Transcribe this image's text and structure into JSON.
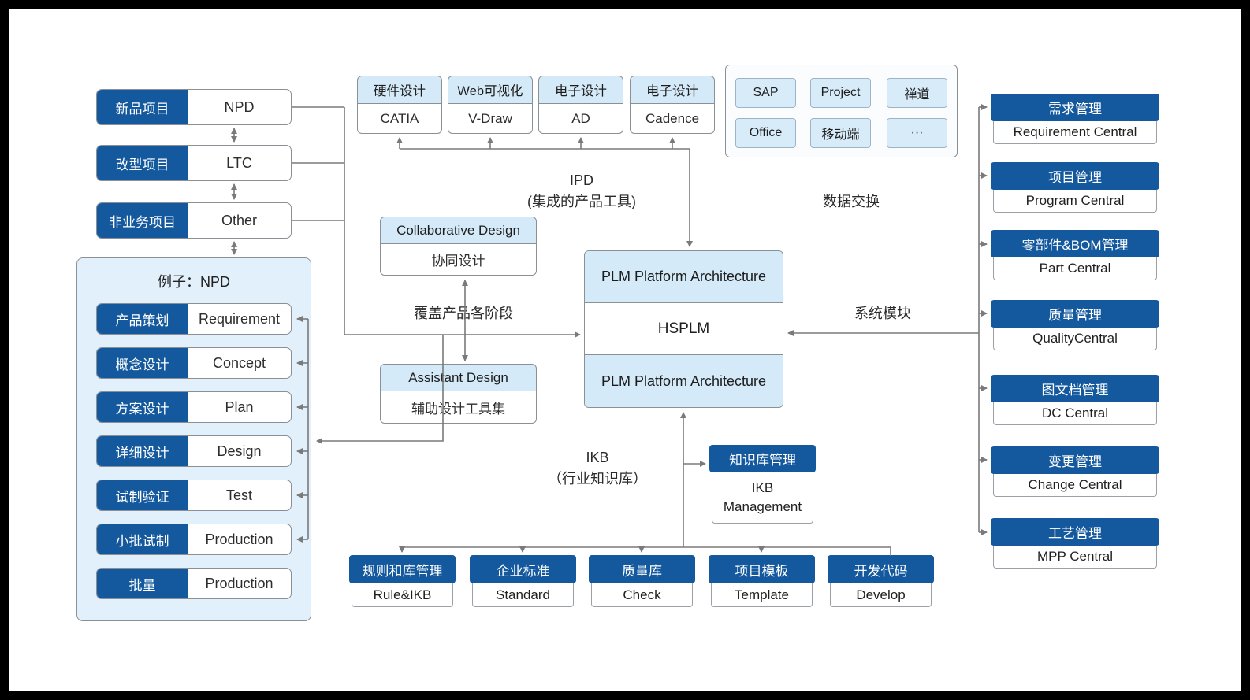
{
  "palette": {
    "dark_blue": "#14599e",
    "light_blue": "#d5eaf8",
    "panel_blue": "#e2f0fb",
    "line_gray": "#7a7a7a"
  },
  "project_types": [
    {
      "zh": "新品项目",
      "en": "NPD"
    },
    {
      "zh": "改型项目",
      "en": "LTC"
    },
    {
      "zh": "非业务项目",
      "en": "Other"
    }
  ],
  "npd_example": {
    "title": "例子：NPD",
    "stages": [
      {
        "zh": "产品策划",
        "en": "Requirement"
      },
      {
        "zh": "概念设计",
        "en": "Concept"
      },
      {
        "zh": "方案设计",
        "en": "Plan"
      },
      {
        "zh": "详细设计",
        "en": "Design"
      },
      {
        "zh": "试制验证",
        "en": "Test"
      },
      {
        "zh": "小批试制",
        "en": "Production"
      },
      {
        "zh": "批量",
        "en": "Production"
      }
    ]
  },
  "design_tools": [
    {
      "category": "硬件设计",
      "tool": "CATIA"
    },
    {
      "category": "Web可视化",
      "tool": "V-Draw"
    },
    {
      "category": "电子设计",
      "tool": "AD"
    },
    {
      "category": "电子设计",
      "tool": "Cadence"
    }
  ],
  "external_systems": [
    "SAP",
    "Project",
    "禅道",
    "Office",
    "移动端",
    "···"
  ],
  "collaborative_design": {
    "en": "Collaborative Design",
    "zh": "协同设计"
  },
  "assistant_design": {
    "en": "Assistant Design",
    "zh": "辅助设计工具集"
  },
  "plm_core": {
    "top": "PLM Platform Architecture",
    "mid": "HSPLM",
    "bottom": "PLM Platform Architecture"
  },
  "knowledge_mgmt": {
    "zh": "知识库管理",
    "en": "IKB Management"
  },
  "modules": [
    {
      "zh": "需求管理",
      "en": "Requirement Central"
    },
    {
      "zh": "项目管理",
      "en": "Program Central"
    },
    {
      "zh": "零部件&BOM管理",
      "en": "Part Central"
    },
    {
      "zh": "质量管理",
      "en": "QualityCentral"
    },
    {
      "zh": "图文档管理",
      "en": "DC Central"
    },
    {
      "zh": "变更管理",
      "en": "Change Central"
    },
    {
      "zh": "工艺管理",
      "en": "MPP Central"
    }
  ],
  "knowledge_bases": [
    {
      "zh": "规则和库管理",
      "en": "Rule&IKB"
    },
    {
      "zh": "企业标准",
      "en": "Standard"
    },
    {
      "zh": "质量库",
      "en": "Check"
    },
    {
      "zh": "项目模板",
      "en": "Template"
    },
    {
      "zh": "开发代码",
      "en": "Develop"
    }
  ],
  "labels": {
    "ipd_title": "IPD",
    "ipd_sub": "(集成的产品工具)",
    "data_exchange": "数据交换",
    "coverage": "覆盖产品各阶段",
    "system_modules": "系统模块",
    "ikb_title": "IKB",
    "ikb_sub": "（行业知识库）"
  }
}
